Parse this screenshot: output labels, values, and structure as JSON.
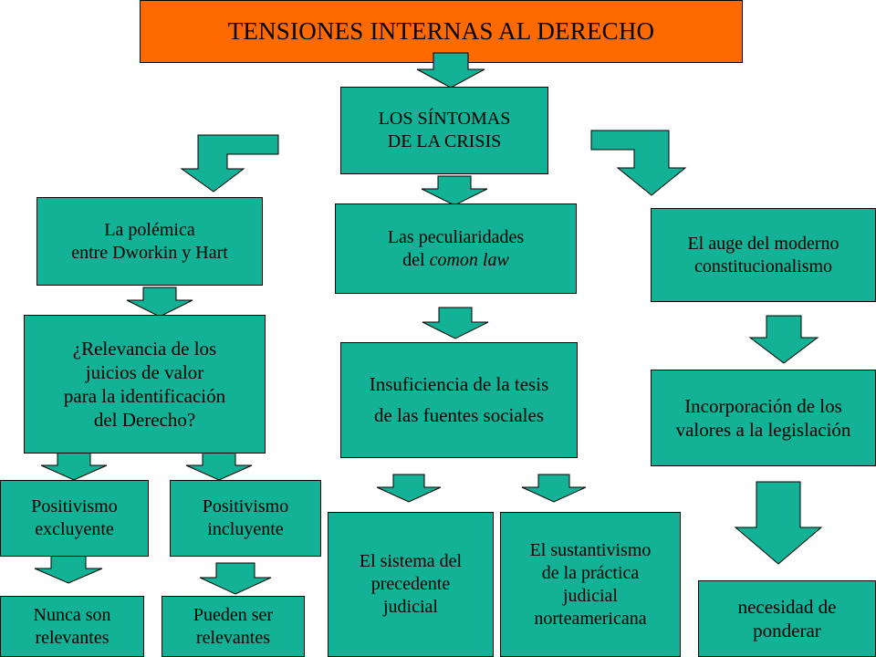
{
  "title": "TENSIONES INTERNAS AL DERECHO",
  "colors": {
    "title_fill": "#ff6a00",
    "box_fill": "#13b296",
    "arrow_fill": "#13b296",
    "border": "#000000"
  },
  "nodes": {
    "sintomas": [
      "LOS SÍNTOMAS",
      "DE LA CRISIS"
    ],
    "polemica": [
      "La polémica",
      "entre Dworkin y Hart"
    ],
    "peculiaridades": {
      "line1": "Las peculiaridades",
      "line2_prefix": "del ",
      "line2_italic": "comon law"
    },
    "auge": [
      "El auge del moderno",
      "constitucionalismo"
    ],
    "relevancia": [
      "¿Relevancia de los",
      "juicios de valor",
      "para la identificación",
      "del Derecho?"
    ],
    "insuficiencia": [
      "Insuficiencia de la tesis",
      "de las fuentes sociales"
    ],
    "incorporacion": [
      "Incorporación de los",
      "valores a la legislación"
    ],
    "excluyente": [
      "Positivismo",
      "excluyente"
    ],
    "incluyente": [
      "Positivismo",
      "incluyente"
    ],
    "precedente": [
      "El sistema del",
      "precedente",
      "judicial"
    ],
    "sustantivismo": [
      "El sustantivismo",
      "de la práctica",
      "judicial",
      "norteamericana"
    ],
    "nunca": [
      "Nunca son",
      "relevantes"
    ],
    "pueden": [
      "Pueden ser",
      "relevantes"
    ],
    "ponderar": [
      "necesidad de",
      "ponderar"
    ]
  }
}
